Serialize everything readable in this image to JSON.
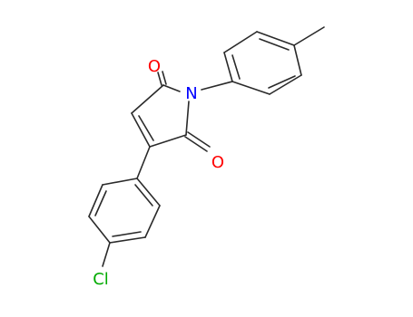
{
  "molecule": {
    "atoms": {
      "o_top": "O",
      "n": "N",
      "o_right": "O",
      "cl": "Cl"
    },
    "colors": {
      "bond": "#2a2a2a",
      "oxygen": "#ff0000",
      "nitrogen": "#0000ff",
      "chlorine": "#00aa00"
    }
  }
}
